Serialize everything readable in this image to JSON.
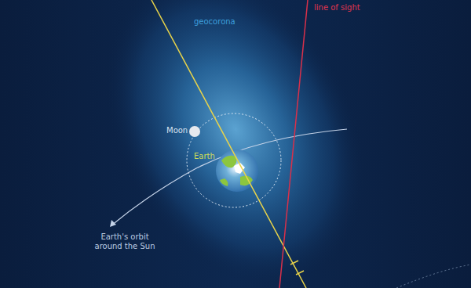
{
  "diagram": {
    "labels": [
      "geocorona",
      "line of sight",
      "Moon",
      "Earth",
      "Earth's orbit around the Sun"
    ]
  }
}
